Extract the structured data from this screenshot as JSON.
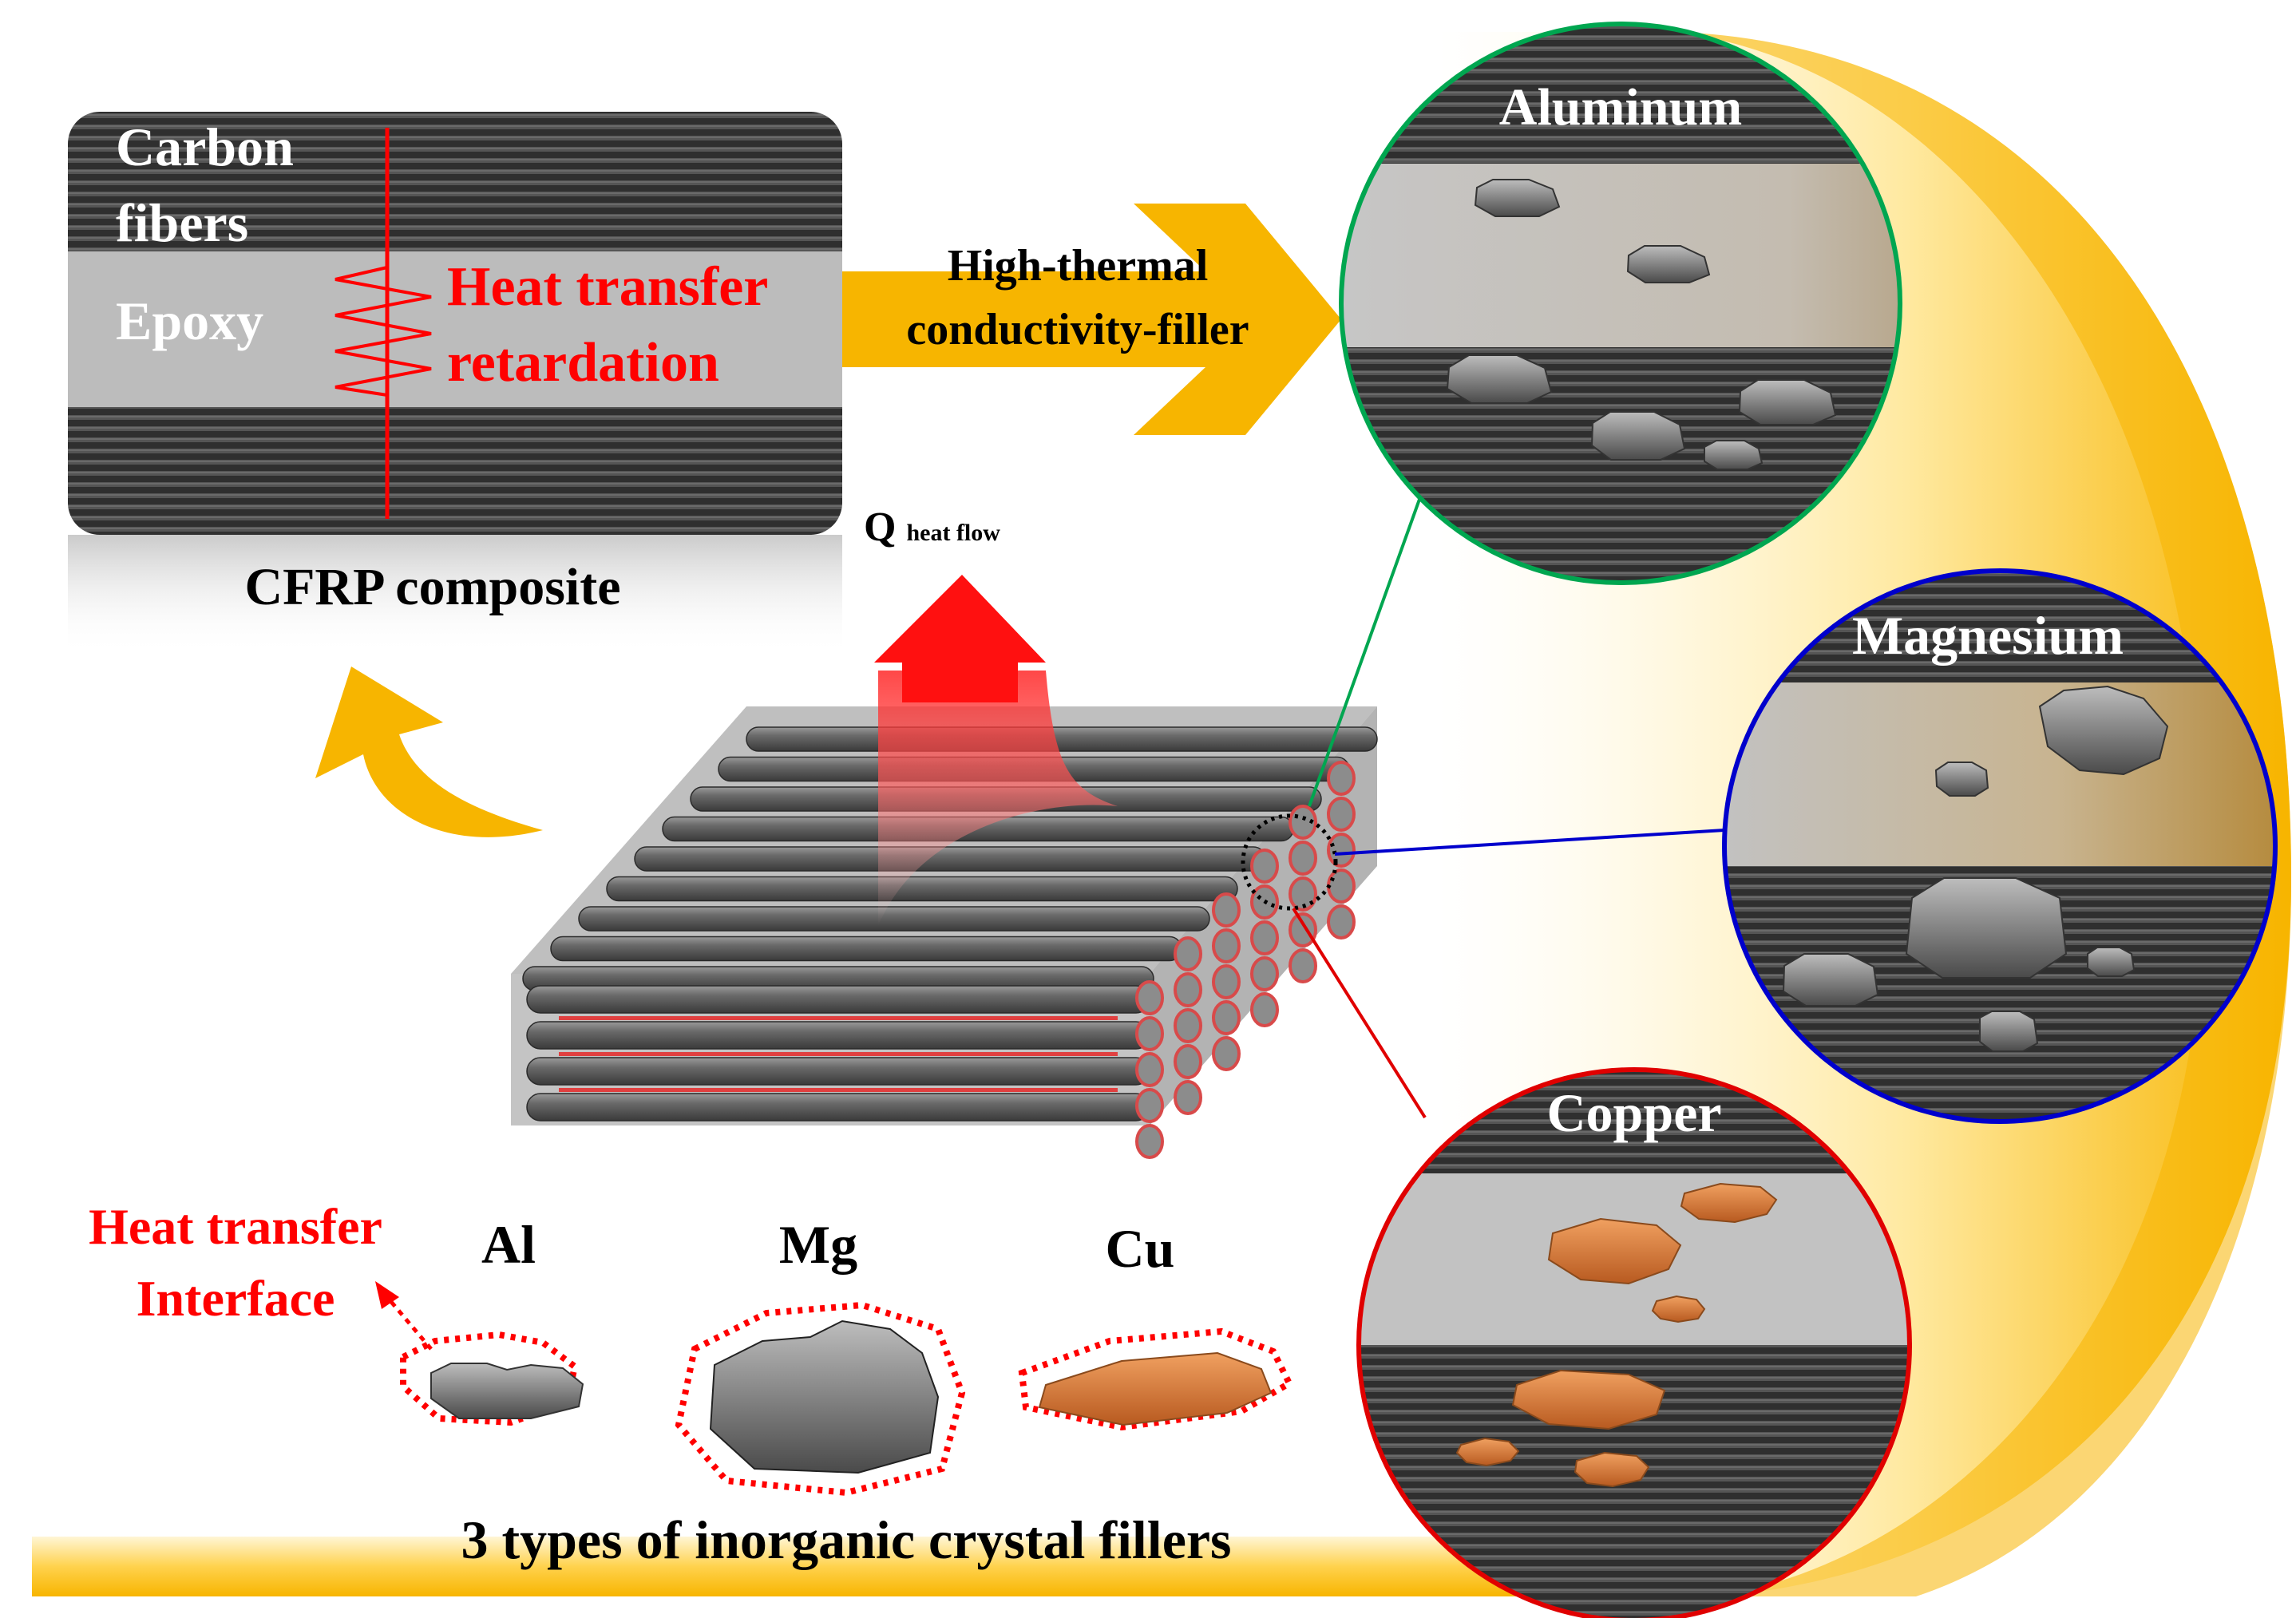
{
  "cfrp": {
    "carbon_line1": "Carbon",
    "carbon_line2": "fibers",
    "epoxy": "Epoxy",
    "retard_line1": "Heat transfer",
    "retard_line2": "retardation",
    "caption": "CFRP composite"
  },
  "arrow_label": {
    "line1": "High-thermal",
    "line2": "conductivity-filler"
  },
  "heat_flow": {
    "symbol": "Q",
    "subscript": "heat flow"
  },
  "zoom": {
    "aluminum": "Aluminum",
    "magnesium": "Magnesium",
    "copper": "Copper"
  },
  "fillers": {
    "interface_line1": "Heat transfer",
    "interface_line2": "Interface",
    "al": "Al",
    "mg": "Mg",
    "cu": "Cu",
    "caption": "3 types of inorganic crystal fillers"
  },
  "colors": {
    "gold": "#f7b500",
    "fiber_dark": "#3d3d3d",
    "epoxy_grey": "#bdbdbd",
    "heat_red": "#ff0000",
    "copper": "#d97a3a",
    "line_green": "#00a650",
    "line_blue": "#0000cc",
    "line_red": "#e00000"
  }
}
